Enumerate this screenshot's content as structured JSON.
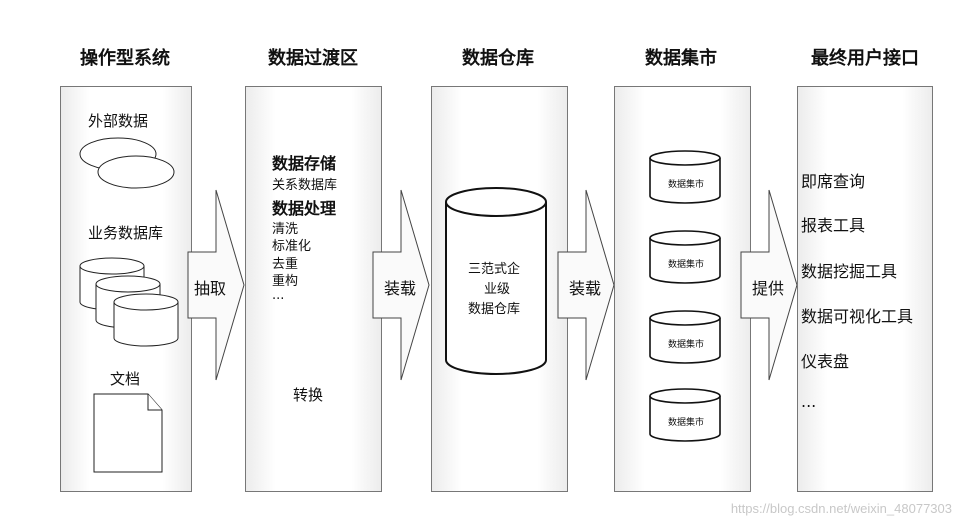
{
  "columns": {
    "c1": "操作型系统",
    "c2": "数据过渡区",
    "c3": "数据仓库",
    "c4": "数据集市",
    "c5": "最终用户接口"
  },
  "operational": {
    "external": "外部数据",
    "business_db": "业务数据库",
    "documents": "文档"
  },
  "staging": {
    "storage": "数据存储",
    "relational": "关系数据库",
    "processing": "数据处理",
    "steps": [
      "清洗",
      "标准化",
      "去重",
      "重构",
      "..."
    ],
    "transform": "转换"
  },
  "warehouse": {
    "lines": [
      "三范式企",
      "业级",
      "数据仓库"
    ]
  },
  "datamart": {
    "label": "数据集市"
  },
  "arrows": {
    "a1": "抽取",
    "a2": "装载",
    "a3": "装载",
    "a4": "提供"
  },
  "user_interface": {
    "items": [
      "即席查询",
      "报表工具",
      "数据挖掘工具",
      "数据可视化工具",
      "仪表盘",
      "..."
    ]
  },
  "watermark": "https://blog.csdn.net/weixin_48077303"
}
